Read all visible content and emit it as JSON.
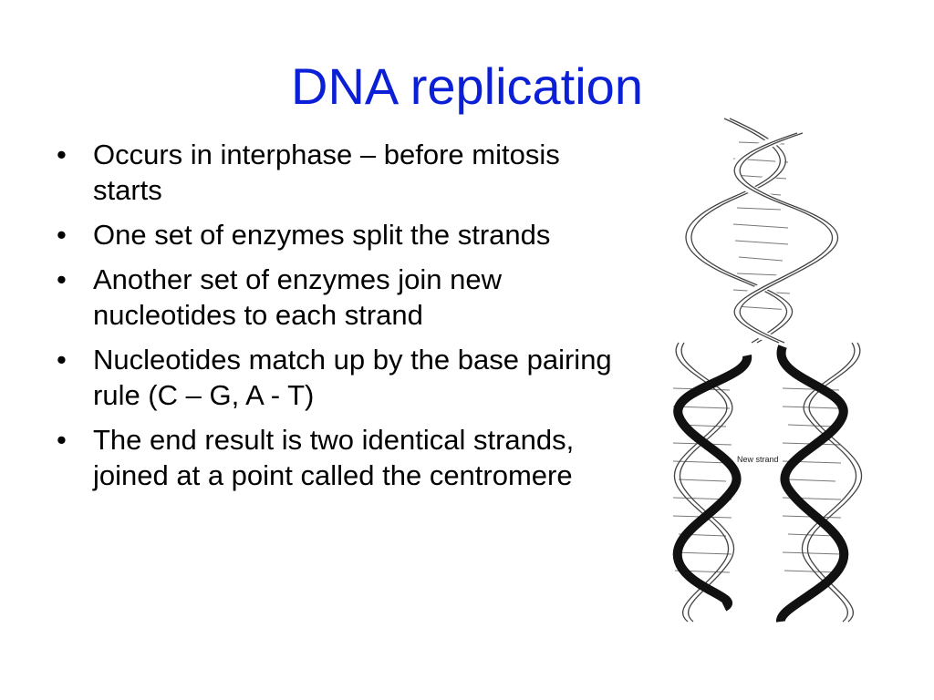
{
  "slide": {
    "title": "DNA replication",
    "bullet_glyph": "•",
    "bullets": [
      "Occurs in interphase – before mitosis starts",
      "One set of enzymes split the strands",
      "Another set of enzymes join new nucleotides to each strand",
      "Nucleotides match up by the base pairing rule (C – G, A - T)",
      "The end result is two identical strands, joined at a point called the centromere"
    ]
  },
  "figure": {
    "new_strand_label": "New strand"
  },
  "colors": {
    "title": "#0b1fd6",
    "text": "#000000",
    "background": "#ffffff"
  }
}
